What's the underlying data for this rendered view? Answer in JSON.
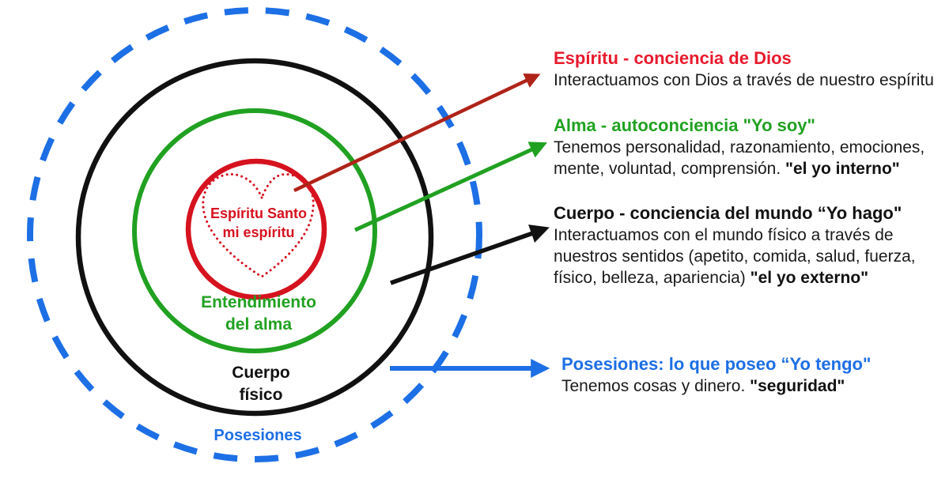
{
  "colors": {
    "bright_red": "#e8192c",
    "circle_red": "#d6121f",
    "arrow_dark_red": "#b02318",
    "green": "#21a121",
    "blue": "#1d6fe5",
    "black": "#111111"
  },
  "diagram": {
    "spirit_circle": {
      "line1": "Espíritu Santo",
      "line2": "mi espíritu"
    },
    "soul_circle": {
      "line1": "Entendimiento",
      "line2": "del alma"
    },
    "body_circle": {
      "line1": "Cuerpo",
      "line2": "físico"
    },
    "possessions_circle": {
      "label": "Posesiones"
    }
  },
  "annotations": {
    "spirit": {
      "heading": "Espíritu - conciencia de Dios",
      "line1": "Interactuamos con Dios a través de nuestro espíritu"
    },
    "soul": {
      "heading": "Alma - autoconciencia \"Yo soy\"",
      "line1": "Tenemos personalidad, razonamiento, emociones,",
      "line2": "mente, voluntad, comprensión. ",
      "line2_bold": "\"el yo interno\""
    },
    "body": {
      "heading": "Cuerpo - conciencia del mundo “Yo hago\"",
      "line1": "Interactuamos con el mundo físico a través de",
      "line2": "nuestros sentidos (apetito, comida, salud, fuerza,",
      "line3": "físico, belleza, apariencia) ",
      "line3_bold": "\"el yo externo\""
    },
    "possessions": {
      "heading": "Posesiones: lo que poseo “Yo tengo\"",
      "line1": "Tenemos cosas y dinero. ",
      "line1_bold": "\"seguridad\""
    }
  }
}
